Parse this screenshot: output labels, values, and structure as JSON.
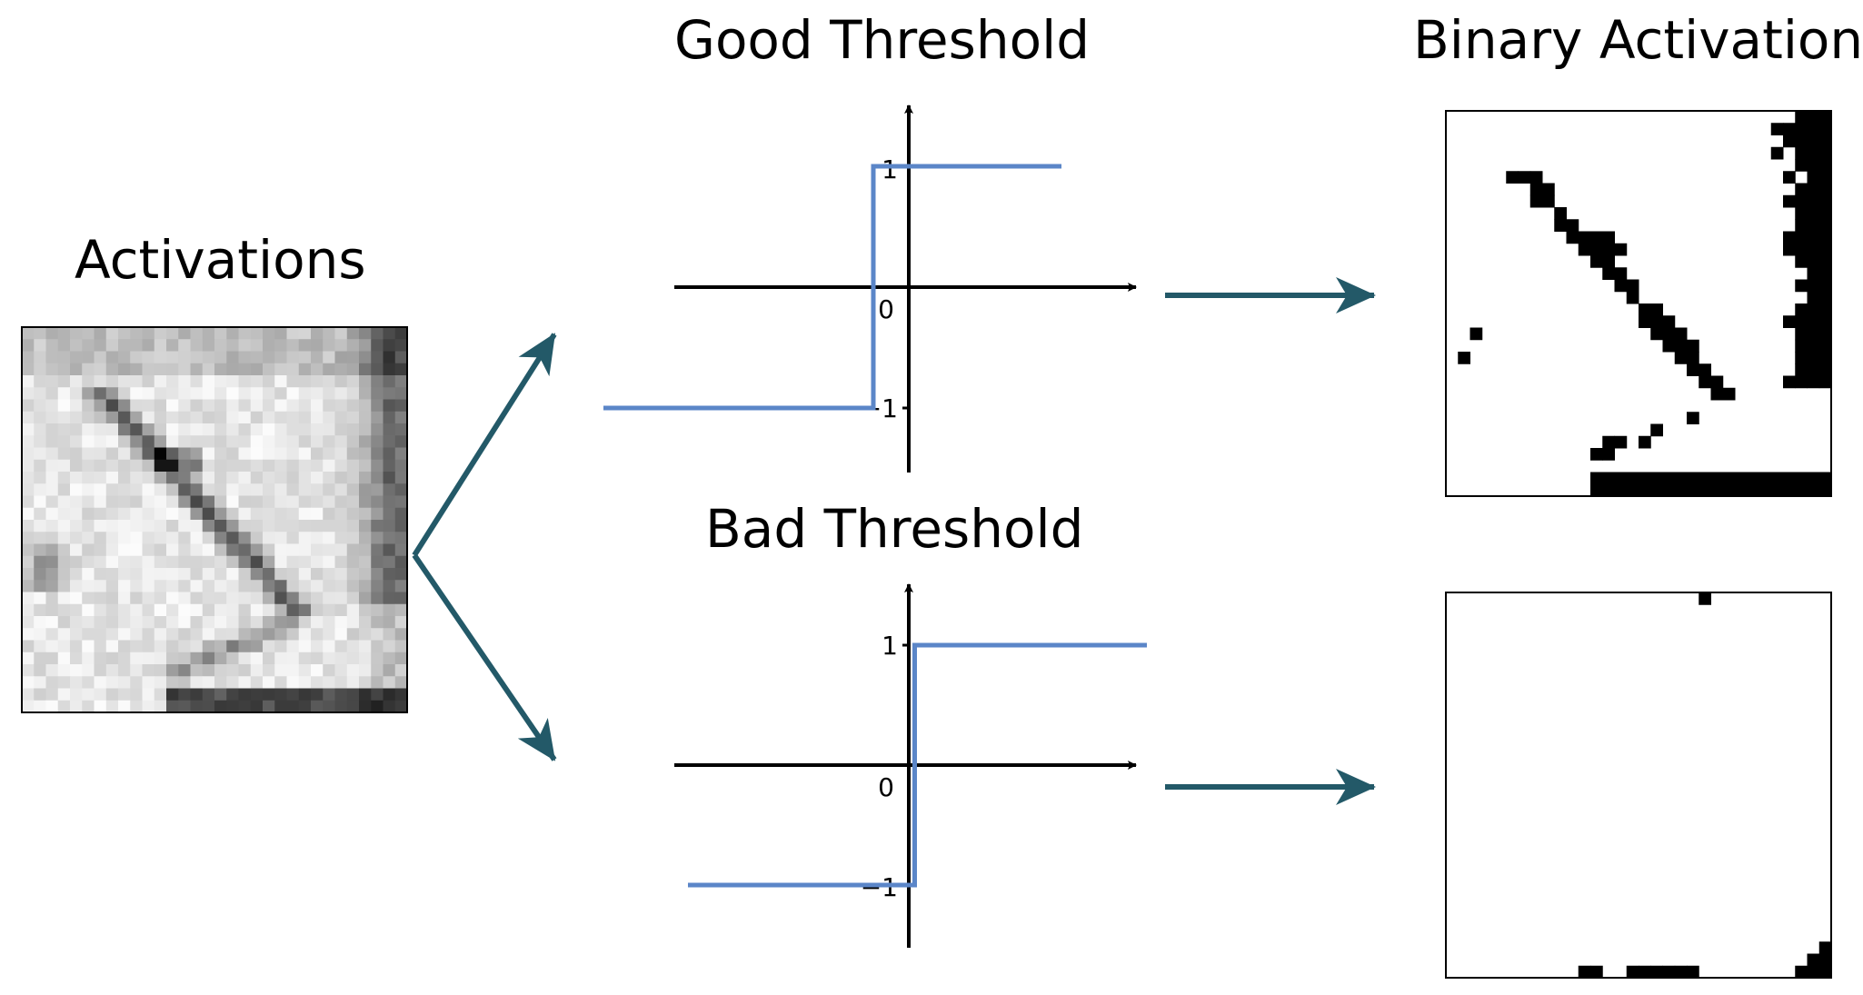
{
  "titles": {
    "activations": "Activations",
    "good_threshold": "Good Threshold",
    "bad_threshold": "Bad Threshold",
    "binary_activations": "Binary Activations"
  },
  "colors": {
    "step_line": "#5b86c8",
    "flow_arrow": "#235968",
    "axis": "#000000"
  },
  "plots": {
    "good": {
      "threshold": -0.3,
      "xlim": [
        -2.5,
        1.8
      ],
      "ylim": [
        -1.5,
        1.5
      ],
      "ticks": {
        "y_pos": "1",
        "y_neg": "−1",
        "origin": "0"
      }
    },
    "bad": {
      "threshold": 0.05,
      "xlim": [
        -1.8,
        1.8
      ],
      "ylim": [
        -1.5,
        1.5
      ],
      "ticks": {
        "y_pos": "1",
        "y_neg": "−1",
        "origin": "0"
      }
    }
  },
  "icons": {
    "split_arrows": "branch-arrow-icon",
    "flow_arrows": "right-arrow-icon"
  }
}
